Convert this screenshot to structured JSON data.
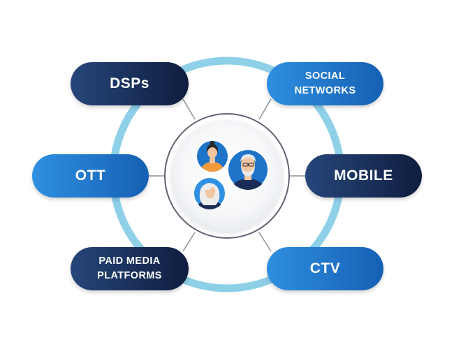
{
  "colors": {
    "ring": "#8ed0e8",
    "connector": "#8a8f99",
    "center_ring": "#5c6471",
    "dark_pill": "#1a2d57",
    "blue_pill": "#1f78cf"
  },
  "center": {
    "icon": "people-avatars-icon"
  },
  "nodes": {
    "dsps": "DSPs",
    "social": [
      "SOCIAL",
      "NETWORKS"
    ],
    "ott": "OTT",
    "mobile": "MOBILE",
    "paid": [
      "PAID MEDIA",
      "PLATFORMS"
    ],
    "ctv": "CTV"
  }
}
